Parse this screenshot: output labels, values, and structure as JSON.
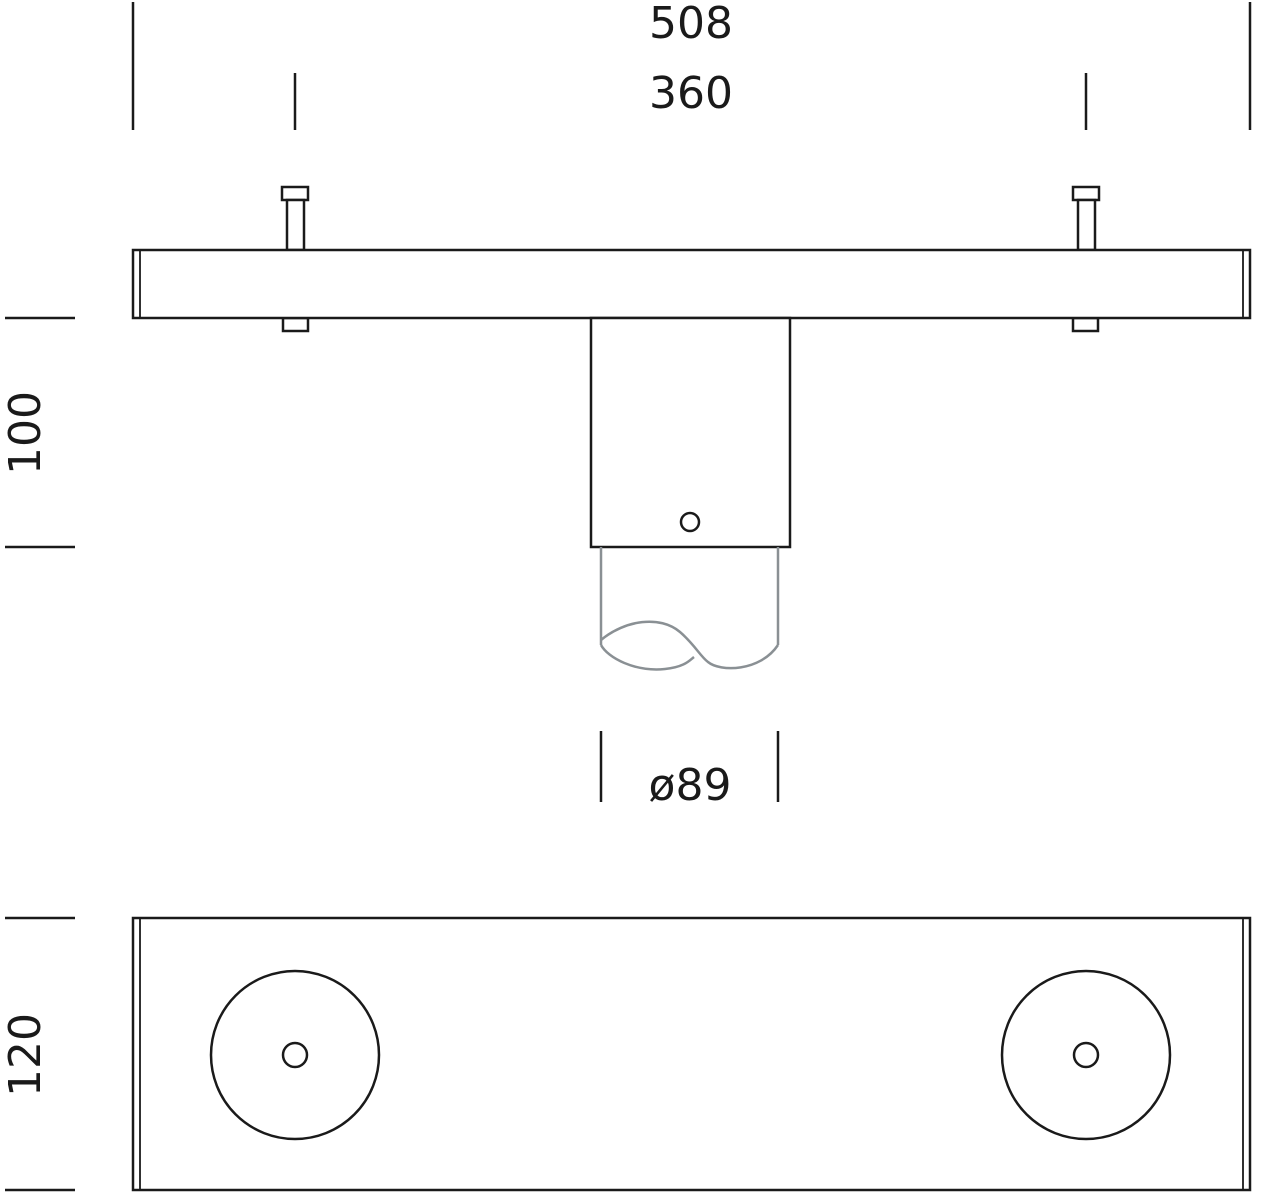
{
  "dimensions": {
    "overall_length": "508",
    "mount_spacing": "360",
    "body_height": "100",
    "lamp_diameter": "ø89",
    "plate_width": "120"
  },
  "colors": {
    "line": "#1a1a1a",
    "lamp_outline": "#8a9094",
    "background": "#ffffff"
  }
}
